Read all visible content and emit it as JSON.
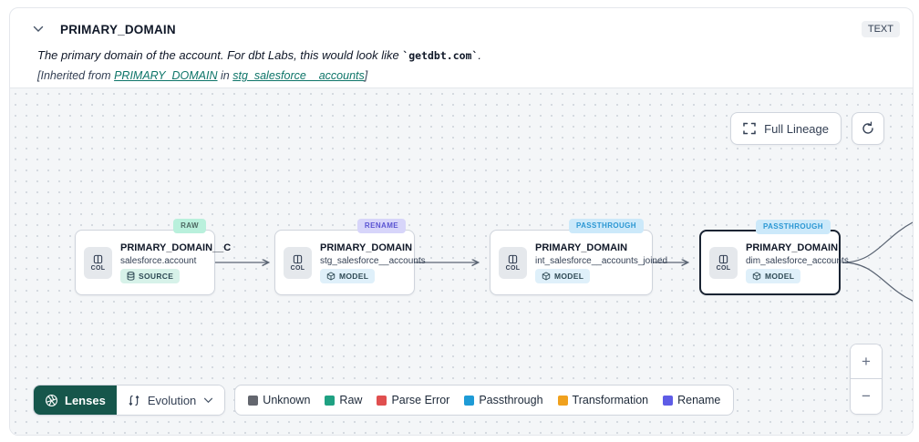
{
  "panel": {
    "title": "PRIMARY_DOMAIN",
    "type_badge": "TEXT",
    "description": {
      "prefix": "The primary domain of the account. For dbt Labs, this would look like ",
      "code": "`getdbt.com`",
      "suffix": "."
    },
    "inherited": {
      "prefix": "[Inherited from ",
      "column_link": "PRIMARY_DOMAIN",
      "middle": " in ",
      "model_link": "stg_salesforce__accounts",
      "suffix": "]"
    }
  },
  "toolbar": {
    "full_lineage": "Full Lineage"
  },
  "graph": {
    "nodes": [
      {
        "tag": "RAW",
        "title": "PRIMARY_DOMAIN__C",
        "subtitle": "salesforce.account",
        "resource_type": "SOURCE",
        "col_chip": "COL"
      },
      {
        "tag": "RENAME",
        "title": "PRIMARY_DOMAIN",
        "subtitle": "stg_salesforce__accounts",
        "resource_type": "MODEL",
        "col_chip": "COL"
      },
      {
        "tag": "PASSTHROUGH",
        "title": "PRIMARY_DOMAIN",
        "subtitle": "int_salesforce__accounts_joined",
        "resource_type": "MODEL",
        "col_chip": "COL"
      },
      {
        "tag": "PASSTHROUGH",
        "title": "PRIMARY_DOMAIN",
        "subtitle": "dim_salesforce_accounts",
        "resource_type": "MODEL",
        "col_chip": "COL"
      }
    ]
  },
  "footer": {
    "lenses_label": "Lenses",
    "lens_value": "Evolution",
    "legend": [
      {
        "label": "Unknown",
        "color": "#63666e"
      },
      {
        "label": "Raw",
        "color": "#1fa182"
      },
      {
        "label": "Parse Error",
        "color": "#e04f4f"
      },
      {
        "label": "Passthrough",
        "color": "#1e9bd6"
      },
      {
        "label": "Transformation",
        "color": "#f0a11e"
      },
      {
        "label": "Rename",
        "color": "#5e5ce6"
      }
    ]
  },
  "zoom_controls": {
    "zoom_in": "+",
    "zoom_out": "−"
  },
  "colors": {
    "link_teal": "#0e7569",
    "lenses_bg": "#16564b",
    "tag_raw_bg": "#b9f0dc",
    "tag_rename_bg": "#d7d5fa",
    "tag_passthrough_bg": "#cce9fa",
    "badge_source_bg": "#d7f2e9",
    "badge_model_bg": "#dff0fa",
    "selected_node_border": "#1a2433",
    "edge_gray": "#5a6473"
  }
}
